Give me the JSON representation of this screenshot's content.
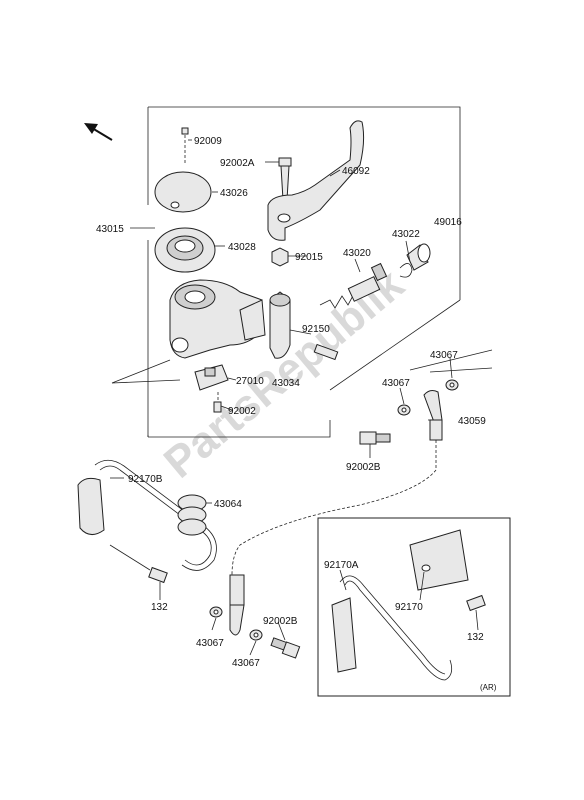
{
  "watermark": "PartsRepublik",
  "inset_tag": "(AR)",
  "labels": {
    "l92009": "92009",
    "l92002A": "92002A",
    "l46092": "46092",
    "l43026": "43026",
    "l43015": "43015",
    "l43028": "43028",
    "l43022": "43022",
    "l49016": "49016",
    "l43020": "43020",
    "l92015": "92015",
    "l92150": "92150",
    "l43034": "43034",
    "l27010": "27010",
    "l92002": "92002",
    "l43067a": "43067",
    "l43067b": "43067",
    "l43059": "43059",
    "l92002B": "92002B",
    "l92170B": "92170B",
    "l43064": "43064",
    "l132a": "132",
    "l43067c": "43067",
    "l92002B2": "92002B",
    "l43067d": "43067",
    "l92170A": "92170A",
    "l92170": "92170",
    "l132b": "132"
  }
}
